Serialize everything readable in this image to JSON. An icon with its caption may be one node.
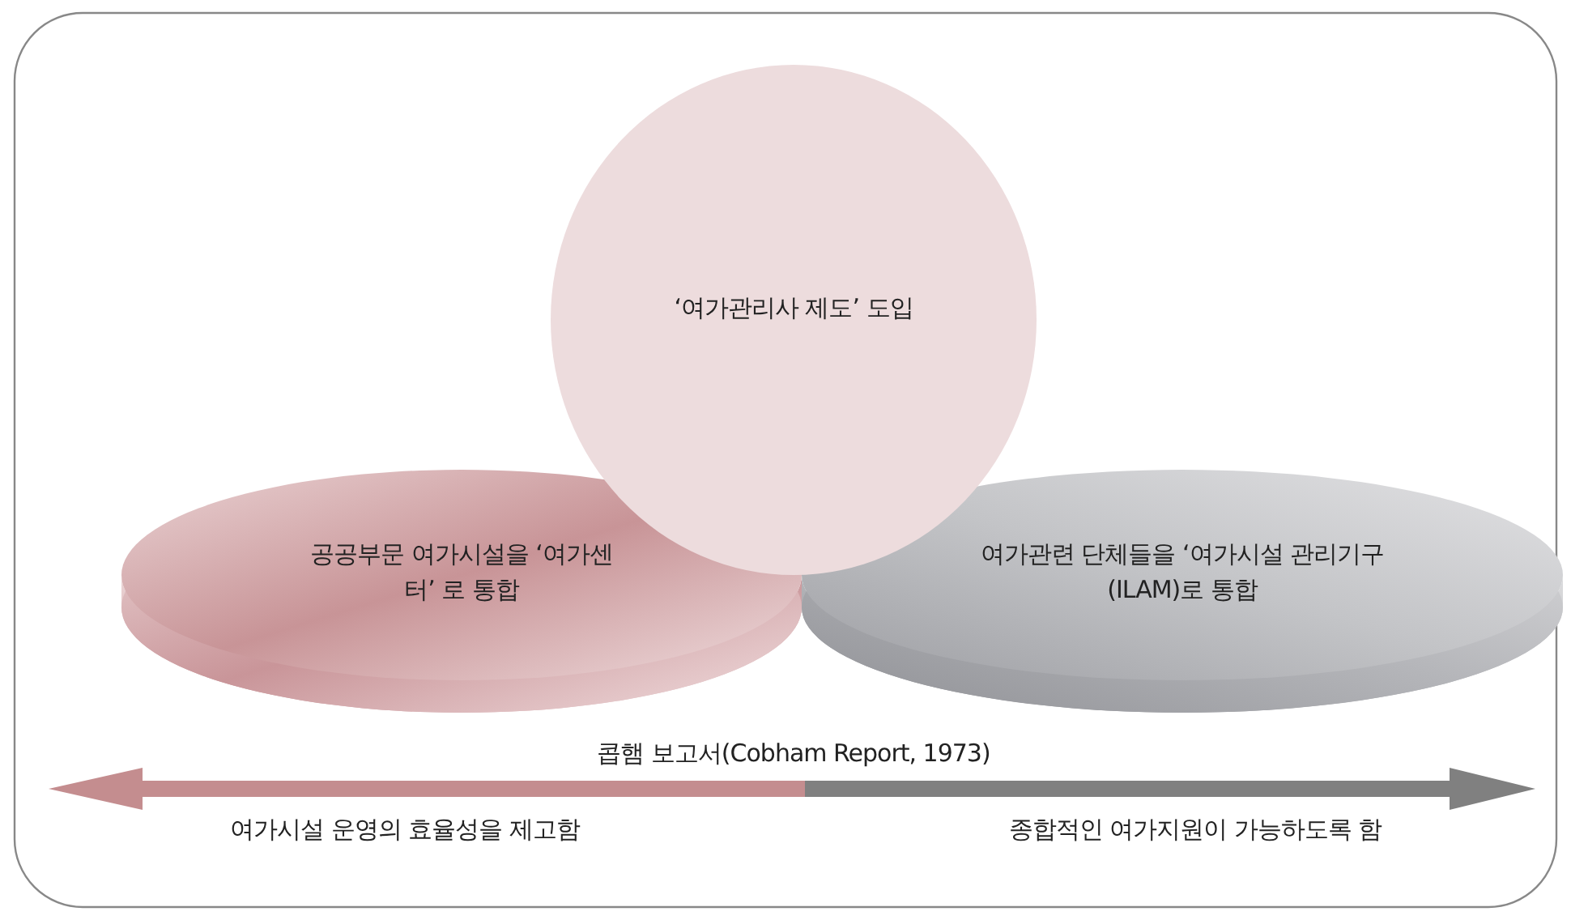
{
  "diagram": {
    "nodes": [
      {
        "text": [
          "‘여가관리사 제도’ 도입"
        ]
      },
      {
        "text": [
          "공공부문 여가시설을 ‘여가센터’ 로 통합"
        ]
      },
      {
        "text": [
          "여가관련 단체들을 ‘여가시설 관리기구(ILAM)로 통합"
        ]
      }
    ],
    "labels": [
      "콥햄 보고서(Cobham Report, 1973)",
      "여가시설 운영의 효율성을 제고함",
      "종합적인 여가지원이 가능하도록 함"
    ]
  }
}
